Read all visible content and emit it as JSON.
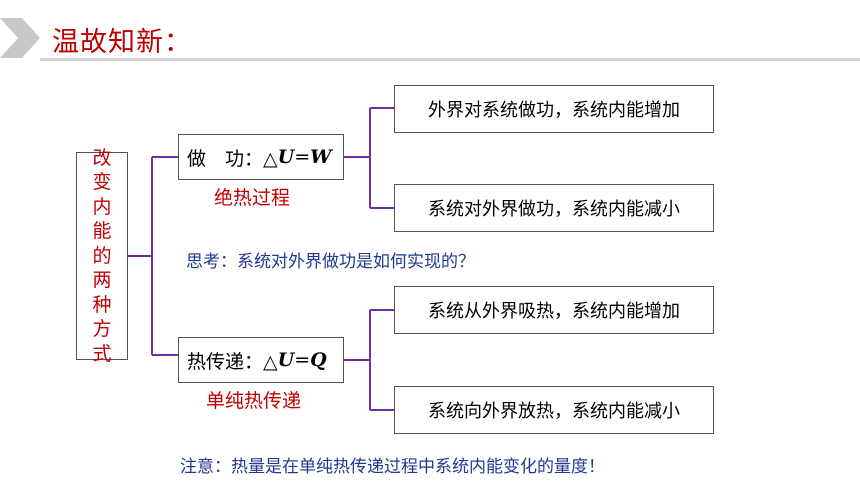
{
  "header": {
    "title": "温故知新："
  },
  "root": {
    "chars": [
      "改",
      "变",
      "内",
      "能",
      "的",
      "两",
      "种",
      "方",
      "式"
    ]
  },
  "branch_work": {
    "label_prefix": "做　功：△",
    "var1": "U",
    "eq": "=",
    "var2": "W",
    "red_label": "绝热过程",
    "leaf1": "外界对系统做功，系统内能增加",
    "leaf2": "系统对外界做功，系统内能减小"
  },
  "branch_heat": {
    "label_prefix": "热传递：△",
    "var1": "U",
    "eq": "=",
    "var2": "Q",
    "red_label": "单纯热传递",
    "leaf1": "系统从外界吸热，系统内能增加",
    "leaf2": "系统向外界放热，系统内能减小"
  },
  "think_note": "思考：系统对外界做功是如何实现的？",
  "attention_note": "注意：热量是在单纯热传递过程中系统内能变化的量度！",
  "colors": {
    "title_red": "#c00000",
    "note_blue": "#1f3a93",
    "connector_purple": "#7030a0"
  }
}
